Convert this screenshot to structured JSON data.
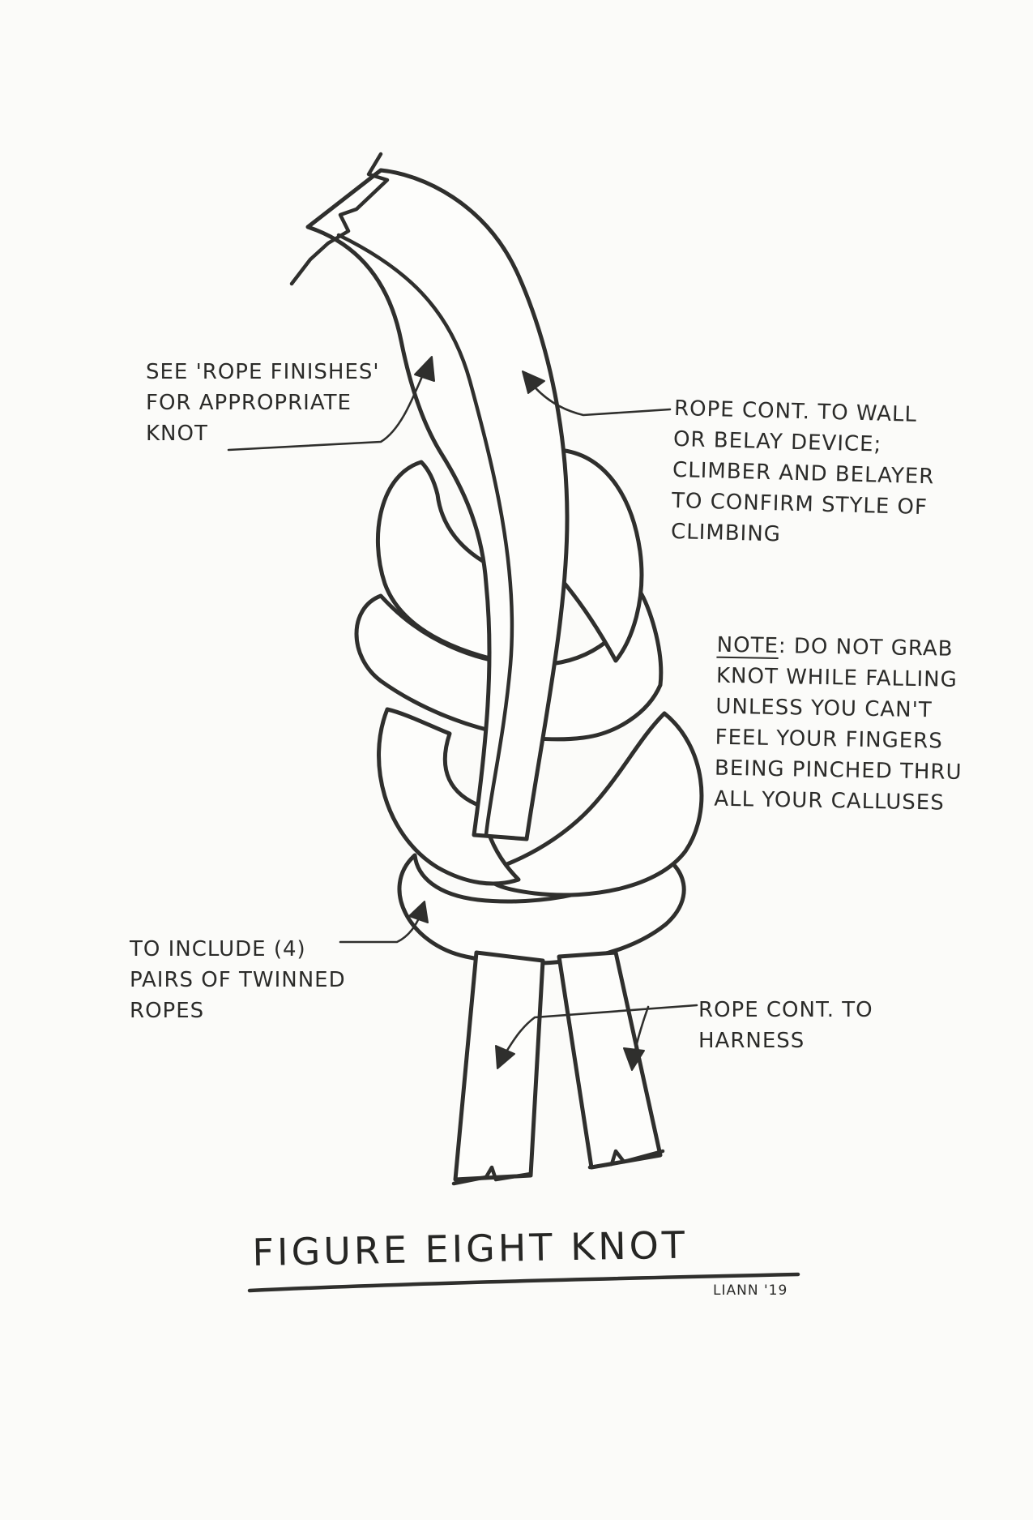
{
  "title": "FIGURE EIGHT KNOT",
  "signature": "LIANN '19",
  "annotations": {
    "finishes": "SEE 'ROPE FINISHES'\nFOR APPROPRIATE\nKNOT",
    "wall": "ROPE CONT. TO WALL\nOR BELAY DEVICE;\nCLIMBER AND BELAYER\nTO CONFIRM STYLE OF\nCLIMBING",
    "grab_label": "NOTE",
    "grab_text": ": DO NOT GRAB\nKNOT WHILE FALLING\nUNLESS YOU CAN'T\nFEEL YOUR FINGERS\nBEING PINCHED THRU\nALL YOUR CALLUSES",
    "twinned": "TO INCLUDE (4)\nPAIRS OF TWINNED\nROPES",
    "harness": "ROPE CONT. TO\nHARNESS"
  }
}
